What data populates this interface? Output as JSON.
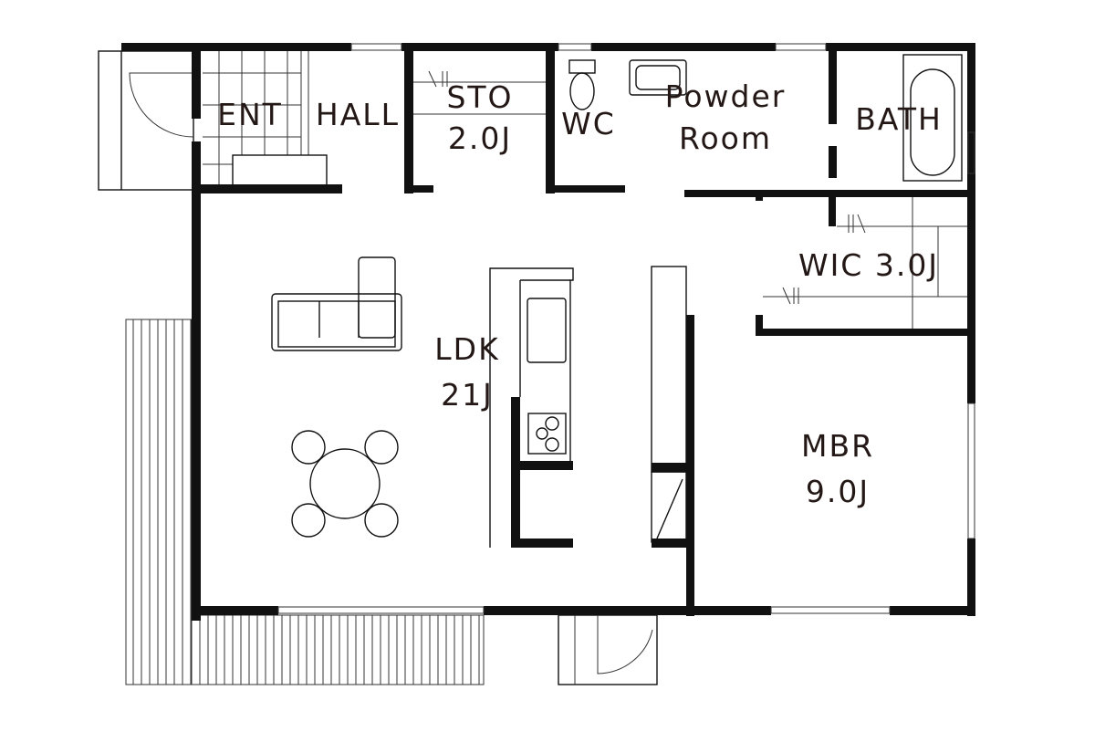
{
  "plan": {
    "rooms": {
      "ent": "ENT",
      "hall": "HALL",
      "sto_name": "STO",
      "sto_size": "2.0J",
      "wc": "WC",
      "powder_1": "Powder",
      "powder_2": "Room",
      "bath": "BATH",
      "wic": "WIC 3.0J",
      "ldk_name": "LDK",
      "ldk_size": "21J",
      "mbr_name": "MBR",
      "mbr_size": "9.0J"
    },
    "colors": {
      "wall": "#111111",
      "text": "#231815"
    }
  }
}
